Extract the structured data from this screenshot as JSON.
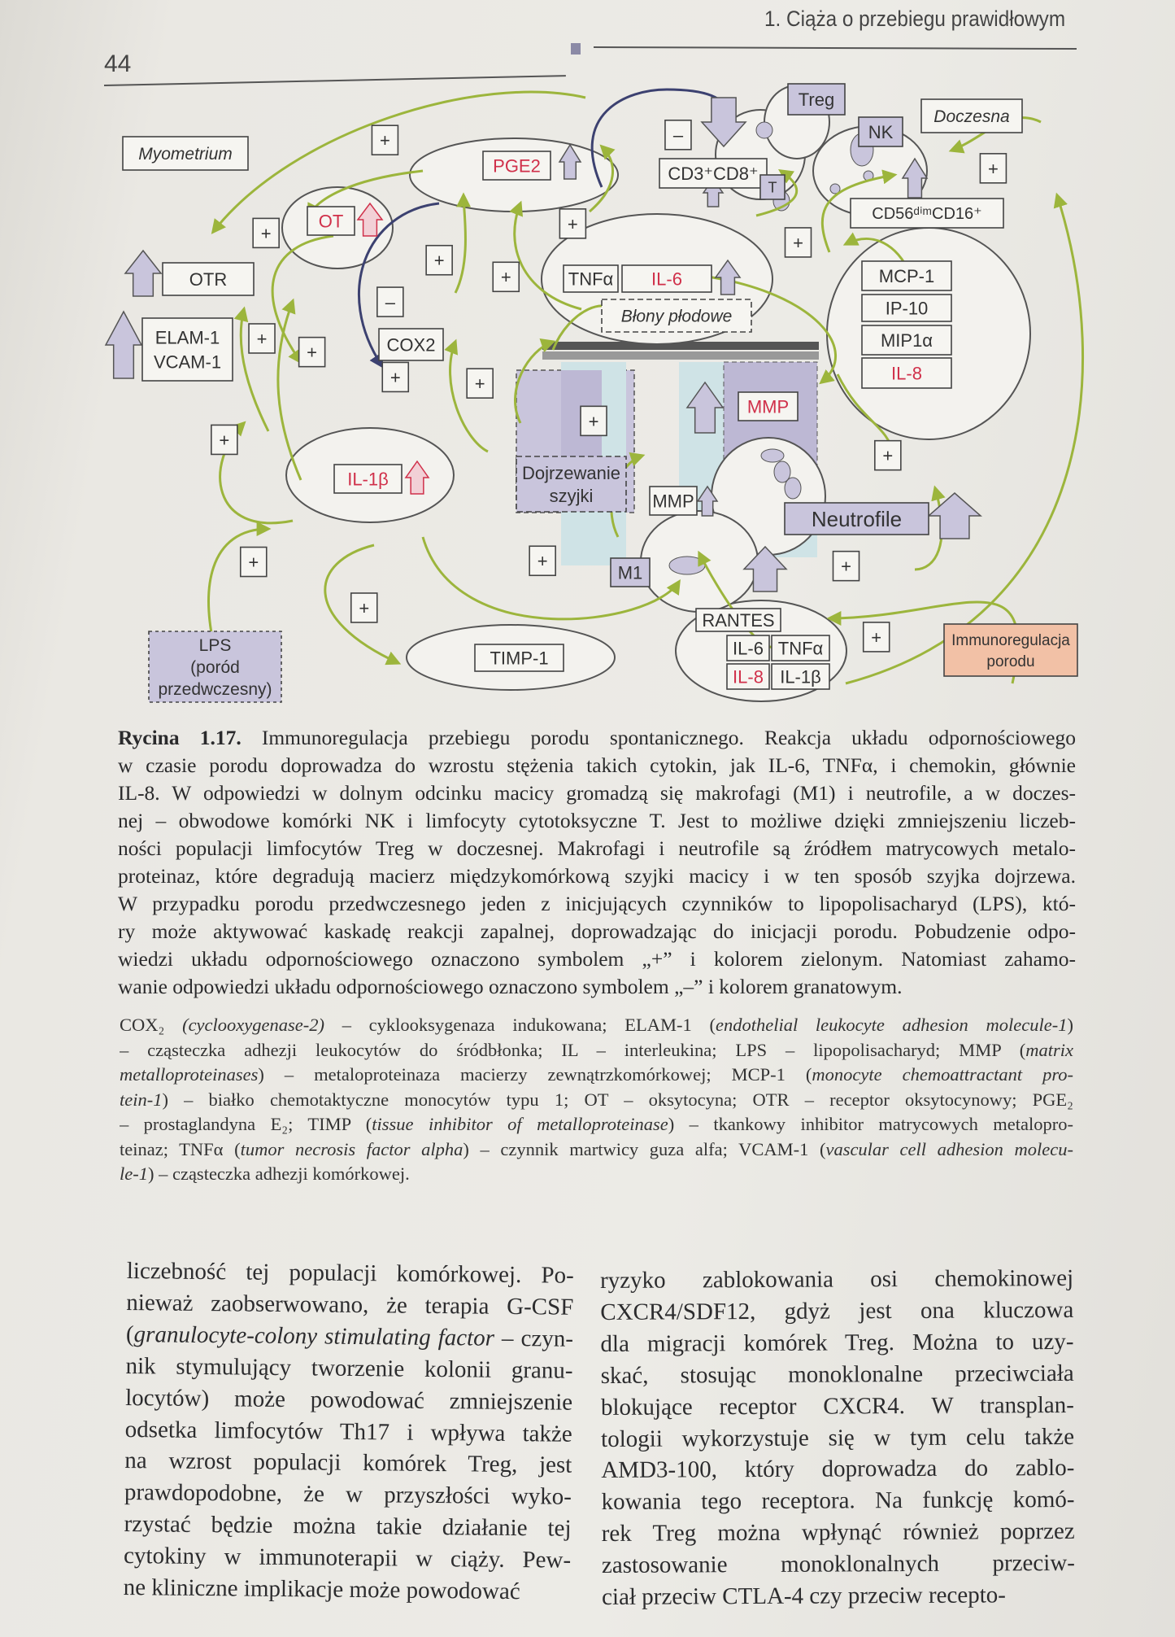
{
  "header": {
    "chapter": "1. Ciąża o przebiegu prawidłowym",
    "page_number": "44"
  },
  "diagram": {
    "myometrium": "Myometrium",
    "doczesna": "Doczesna",
    "otr": "OTR",
    "elam": "ELAM-1",
    "vcam": "VCAM-1",
    "ot": "OT",
    "pge2": "PGE2",
    "cd3cd8": "CD3⁺CD8⁺",
    "treg": "Treg",
    "nk": "NK",
    "t": "T",
    "cd56": "CD56ᵈⁱᵐCD16⁺",
    "tnfa": "TNFα",
    "il6": "IL-6",
    "blony": "Błony płodowe",
    "cox2": "COX2",
    "mcp1": "MCP-1",
    "ip10": "IP-10",
    "mip1a": "MIP1α",
    "il8": "IL-8",
    "mmp_red": "MMP",
    "mmp": "MMP",
    "dojrzewanie": "Dojrzewanie",
    "szyjki": "szyjki",
    "neutrofile": "Neutrofile",
    "il1b": "IL-1β",
    "m1": "M1",
    "rantes": "RANTES",
    "r_il6": "IL-6",
    "r_tnfa": "TNFα",
    "r_il8": "IL-8",
    "r_il1b": "IL-1β",
    "timp1": "TIMP-1",
    "lps1": "LPS",
    "lps2": "(poród",
    "lps3": "przedwczesny)",
    "immuno1": "Immunoregulacja",
    "immuno2": "porodu",
    "plus": "+",
    "minus": "–",
    "colors": {
      "stimulation": "#9cb53c",
      "inhibition": "#3c4170",
      "cell": "#c9c5dc",
      "highlight_text": "#d0304a",
      "immuno_box": "#f2c1a6",
      "tissue_blue": "#cfe3e6"
    }
  },
  "caption": [
    [
      {
        "b": "Rycina 1.17."
      },
      {
        "t": " Immunoregulacja przebiegu porodu spontanicznego. Reakcja układu odpornościowego"
      }
    ],
    [
      {
        "t": "w czasie porodu doprowadza do wzrostu stężenia takich cytokin, jak IL-6, TNFα, i chemokin, głównie"
      }
    ],
    [
      {
        "t": "IL-8. W odpowiedzi w dolnym odcinku macicy gromadzą się makrofagi (M1) i neutrofile, a w doczes-"
      }
    ],
    [
      {
        "t": "nej – obwodowe komórki NK i limfocyty cytotoksyczne T. Jest to możliwe dzięki zmniejszeniu liczeb-"
      }
    ],
    [
      {
        "t": "ności populacji limfocytów Treg w doczesnej. Makrofagi i neutrofile są źródłem matrycowych metalo-"
      }
    ],
    [
      {
        "t": "proteinaz, które degradują macierz międzykomórkową szyjki macicy i w ten sposób szyjka dojrzewa."
      }
    ],
    [
      {
        "t": "W przypadku porodu przedwczesnego jeden z inicjujących czynników to lipopolisacharyd (LPS), któ-"
      }
    ],
    [
      {
        "t": "ry może aktywować kaskadę reakcji zapalnej, doprowadzając do inicjacji porodu. Pobudzenie odpo-"
      }
    ],
    [
      {
        "t": "wiedzi układu odpornościowego oznaczono symbolem „+” i kolorem zielonym. Natomiast zahamo-"
      }
    ],
    [
      {
        "t": "wanie odpowiedzi układu odpornościowego oznaczono symbolem „–” i kolorem granatowym."
      }
    ]
  ],
  "abbreviations": [
    [
      {
        "t": "COX₂ "
      },
      {
        "i": "(cyclooxygenase-2)"
      },
      {
        "t": " – cyklooksygenaza indukowana; ELAM-1 ("
      },
      {
        "i": "endothelial leukocyte adhesion molecule-1"
      },
      {
        "t": ")"
      }
    ],
    [
      {
        "t": "– cząsteczka adhezji leukocytów do śródbłonka; IL – interleukina; LPS – lipopolisacharyd; MMP ("
      },
      {
        "i": "matrix"
      }
    ],
    [
      {
        "i": "metalloproteinases"
      },
      {
        "t": ") – metaloproteinaza macierzy zewnątrzkomórkowej; MCP-1 ("
      },
      {
        "i": "monocyte chemoattractant pro-"
      }
    ],
    [
      {
        "i": "tein-1"
      },
      {
        "t": ") – białko chemotaktyczne monocytów typu 1; OT – oksytocyna; OTR – receptor oksytocynowy; PGE₂"
      }
    ],
    [
      {
        "t": "– prostaglandyna E₂; TIMP ("
      },
      {
        "i": "tissue inhibitor of metalloproteinase"
      },
      {
        "t": ") – tkankowy inhibitor matrycowych metalopro-"
      }
    ],
    [
      {
        "t": "teinaz; TNFα ("
      },
      {
        "i": "tumor necrosis factor alpha"
      },
      {
        "t": ") – czynnik martwicy guza alfa; VCAM-1 ("
      },
      {
        "i": "vascular cell adhesion molecu-"
      }
    ],
    [
      {
        "i": "le-1"
      },
      {
        "t": ") – cząsteczka adhezji komórkowej."
      }
    ]
  ],
  "body_left": [
    [
      {
        "t": "liczebność tej populacji komórkowej. Po-"
      }
    ],
    [
      {
        "t": "nieważ zaobserwowano, że terapia G-CSF"
      }
    ],
    [
      {
        "t": "("
      },
      {
        "i": "granulocyte-colony stimulating factor"
      },
      {
        "t": " – czyn-"
      }
    ],
    [
      {
        "t": "nik stymulujący tworzenie kolonii granu-"
      }
    ],
    [
      {
        "t": "locytów) może powodować zmniejszenie"
      }
    ],
    [
      {
        "t": "odsetka limfocytów Th17 i wpływa także"
      }
    ],
    [
      {
        "t": "na wzrost populacji komórek Treg, jest"
      }
    ],
    [
      {
        "t": "prawdopodobne, że w przyszłości wyko-"
      }
    ],
    [
      {
        "t": "rzystać będzie można takie działanie tej"
      }
    ],
    [
      {
        "t": "cytokiny w immunoterapii w ciąży. Pew-"
      }
    ],
    [
      {
        "t": "ne kliniczne implikacje może powodować"
      }
    ]
  ],
  "body_right": [
    [
      {
        "t": "ryzyko zablokowania osi chemokinowej"
      }
    ],
    [
      {
        "t": "CXCR4/SDF12, gdyż jest ona kluczowa"
      }
    ],
    [
      {
        "t": "dla migracji komórek Treg. Można to uzy-"
      }
    ],
    [
      {
        "t": "skać, stosując monoklonalne przeciwciała"
      }
    ],
    [
      {
        "t": "blokujące receptor CXCR4. W transplan-"
      }
    ],
    [
      {
        "t": "tologii wykorzystuje się w tym celu także"
      }
    ],
    [
      {
        "t": "AMD3-100, który doprowadza do zablo-"
      }
    ],
    [
      {
        "t": "kowania tego receptora. Na funkcję komó-"
      }
    ],
    [
      {
        "t": "rek Treg można wpłynąć również poprzez"
      }
    ],
    [
      {
        "t": "zastosowanie monoklonalnych przeciw-"
      }
    ],
    [
      {
        "t": "ciał przeciw CTLA-4 czy przeciw recepto-"
      }
    ]
  ]
}
